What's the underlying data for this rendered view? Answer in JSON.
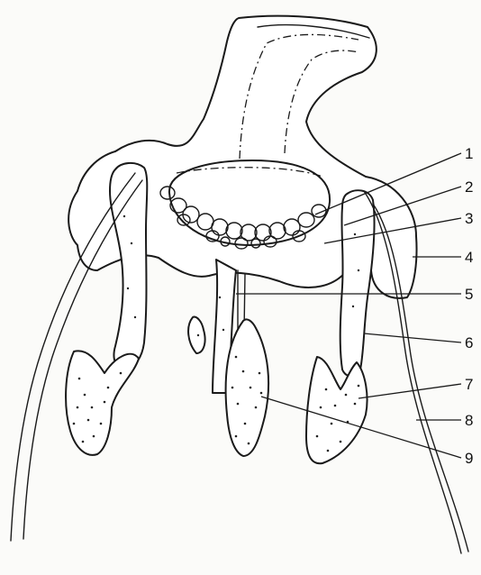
{
  "diagram": {
    "labels": [
      {
        "id": "1",
        "text": "1"
      },
      {
        "id": "2",
        "text": "2"
      },
      {
        "id": "3",
        "text": "3"
      },
      {
        "id": "4",
        "text": "4"
      },
      {
        "id": "5",
        "text": "5"
      },
      {
        "id": "6",
        "text": "6"
      },
      {
        "id": "7",
        "text": "7"
      },
      {
        "id": "8",
        "text": "8"
      },
      {
        "id": "9",
        "text": "9"
      }
    ]
  },
  "colors": {
    "background": "#fbfbf9",
    "ink": "#1a1a1a"
  }
}
